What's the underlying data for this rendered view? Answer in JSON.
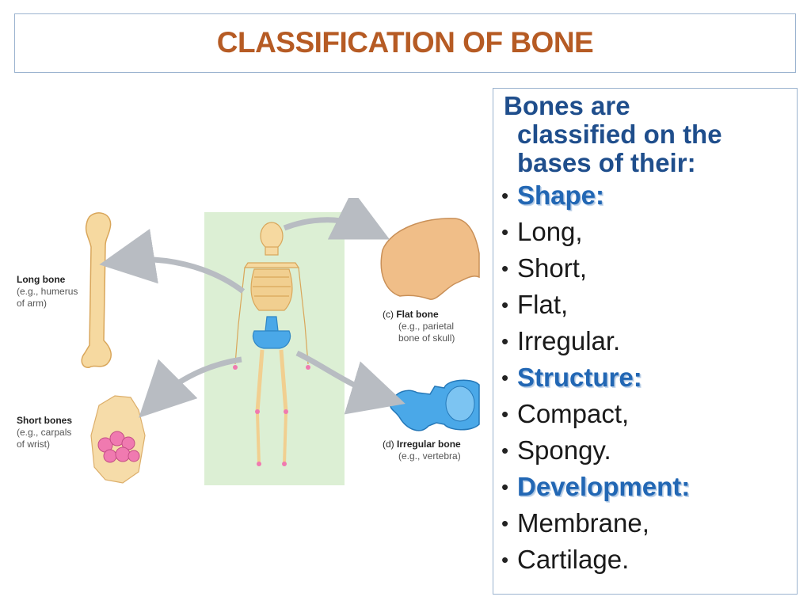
{
  "title": "CLASSIFICATION OF BONE",
  "intro": {
    "line1": "Bones are",
    "line2": "classified on the",
    "line3": "bases of their:"
  },
  "bullets": [
    {
      "text": "Shape:",
      "heading": true
    },
    {
      "text": "Long,",
      "heading": false
    },
    {
      "text": "Short,",
      "heading": false
    },
    {
      "text": "Flat,",
      "heading": false
    },
    {
      "text": "Irregular.",
      "heading": false
    },
    {
      "text": "Structure:",
      "heading": true
    },
    {
      "text": "Compact,",
      "heading": false
    },
    {
      "text": "Spongy.",
      "heading": false
    },
    {
      "text": "Development:",
      "heading": true
    },
    {
      "text": "Membrane,",
      "heading": false
    },
    {
      "text": "Cartilage.",
      "heading": false
    }
  ],
  "figure": {
    "long_bone": {
      "name": "Long bone",
      "example1": "(e.g., humerus",
      "example2": "of arm)"
    },
    "short_bone": {
      "name": "Short bones",
      "example1": "(e.g., carpals",
      "example2": "of wrist)"
    },
    "flat_bone": {
      "letter": "(c)",
      "name": "Flat bone",
      "example1": "(e.g., parietal",
      "example2": "bone of skull)"
    },
    "irregular_bone": {
      "letter": "(d)",
      "name": "Irregular bone",
      "example1": "(e.g., vertebra)"
    }
  },
  "colors": {
    "title": "#b65b24",
    "intro": "#1f4e8c",
    "heading": "#2267b4",
    "box_border": "#9bb3cf",
    "bone": "#f6d9a0",
    "bone_stroke": "#d9a65a",
    "vertebra": "#4aa8e8",
    "carpal": "#f07ab0",
    "skeleton_bg": "#dcefd4"
  }
}
